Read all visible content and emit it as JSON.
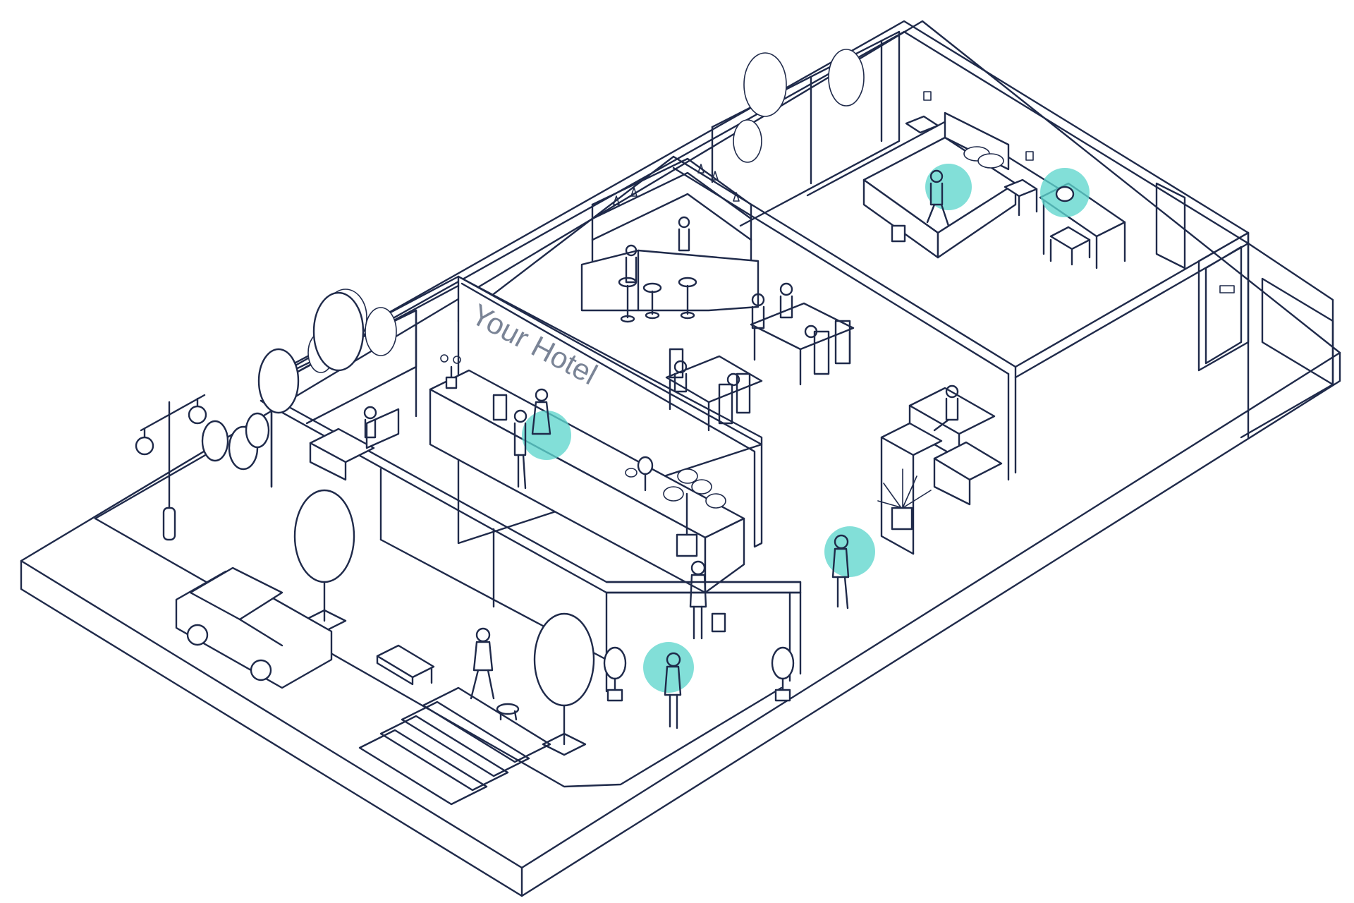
{
  "scene": {
    "sign_text": "Your Hotel",
    "colors": {
      "line": "#1f2a4a",
      "highlight": "#5fd6cd",
      "sign_text": "#7a8496",
      "background": "#ffffff"
    },
    "highlighted_items": [
      "guest-on-bed",
      "smart-speaker-on-desk",
      "receptionist-at-desk",
      "guest-in-hallway",
      "pedestrian-at-entrance"
    ]
  }
}
